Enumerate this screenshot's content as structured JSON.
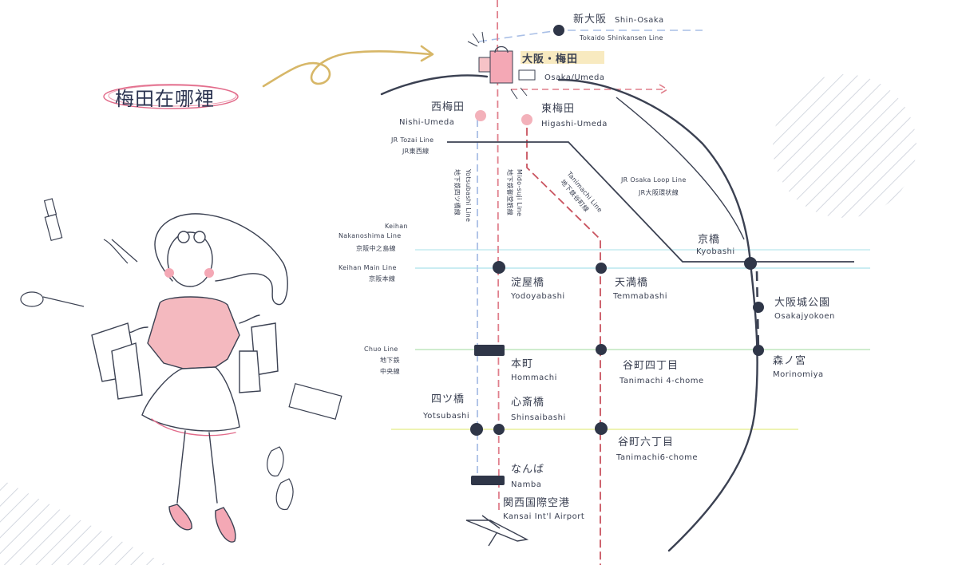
{
  "colors": {
    "midosuji": "#e07f8c",
    "yotsubashi": "#a9bfe6",
    "tanimachi": "#c9535f",
    "nagahori": "#e9ef9a",
    "chuo": "#bfe6be",
    "loop": "#3b4152",
    "shinkansen": "#a9bfe6",
    "tozai": "#3b4152",
    "keihan": "#b8e6ee",
    "accent_pink": "#e26b8a",
    "arrow_gold": "#d7b768"
  },
  "title": "梅田在哪裡",
  "stations": {
    "shin_osaka": {
      "jp": "新大阪",
      "en": "Shin-Osaka",
      "note": "Tokaido Shinkansen Line"
    },
    "osaka_umeda": {
      "jp": "大阪・梅田",
      "en": "Osaka/Umeda"
    },
    "nishi_umeda": {
      "jp": "西梅田",
      "en": "Nishi-Umeda"
    },
    "higashi_umeda": {
      "jp": "東梅田",
      "en": "Higashi-Umeda"
    },
    "kyobashi": {
      "jp": "京橋",
      "en": "Kyobashi"
    },
    "yodoyabashi": {
      "jp": "淀屋橋",
      "en": "Yodoyabashi"
    },
    "temmabashi": {
      "jp": "天満橋",
      "en": "Temmabashi"
    },
    "osakajyokoen": {
      "jp": "大阪城公園",
      "en": "Osakajyokoen"
    },
    "hommachi": {
      "jp": "本町",
      "en": "Hommachi"
    },
    "tanimachi4": {
      "jp": "谷町四丁目",
      "en": "Tanimachi 4-chome"
    },
    "morinomiya": {
      "jp": "森ノ宮",
      "en": "Morinomiya"
    },
    "yotsubashi": {
      "jp": "四ツ橋",
      "en": "Yotsubashi"
    },
    "shinsaibashi": {
      "jp": "心斎橋",
      "en": "Shinsaibashi"
    },
    "tanimachi6": {
      "jp": "谷町六丁目",
      "en": "Tanimachi6-chome"
    },
    "namba": {
      "jp": "なんば",
      "en": "Namba"
    },
    "kansai_airport": {
      "jp": "関西国際空港",
      "en": "Kansai Int'l Airport"
    }
  },
  "lines": {
    "tozai": {
      "en": "JR Tozai Line",
      "jp": "JR東西線"
    },
    "loop": {
      "en": "JR Osaka Loop Line",
      "jp": "JR大阪環状線"
    },
    "yotsubashi": {
      "en": "Yotsubashi Line",
      "jp": "地下鉄四ツ橋線"
    },
    "midosuji": {
      "en": "Mido-suji Line",
      "jp": "地下鉄御堂筋線"
    },
    "tanimachi": {
      "en": "Tanimachi Line",
      "jp": "地下鉄谷町線"
    },
    "keihan_nakanoshima": {
      "en1": "Keihan",
      "en2": "Nakanoshima Line",
      "jp": "京阪中之島線"
    },
    "keihan_main": {
      "en": "Keihan Main Line",
      "jp": "京阪本線"
    },
    "chuo": {
      "en": "Chuo Line",
      "jp1": "地下鉄",
      "jp2": "中央線"
    }
  }
}
